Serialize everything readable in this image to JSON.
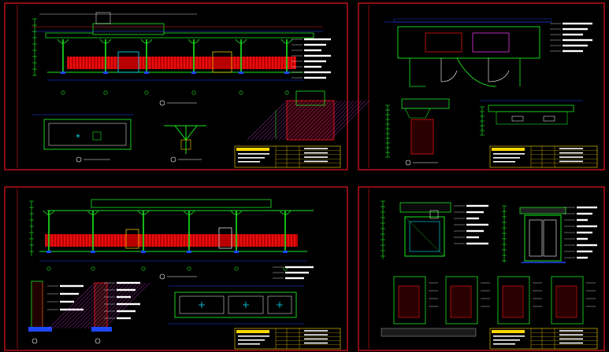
{
  "document": {
    "kind": "CAD drawing sheet",
    "sheet_count": 4,
    "colors": {
      "background": "#000000",
      "frame": "#e8141e",
      "structure": "#19e61e",
      "dimension": "#1e46ff",
      "hatch_red": "#ff1414",
      "hatch_yellow": "#ffd700",
      "text": "#ffffff",
      "accent_cyan": "#00e5ff",
      "accent_magenta": "#ff40ff"
    }
  },
  "sheets": [
    {
      "id": "top-left",
      "views": [
        "front-elevation",
        "plan-detail",
        "bracket-detail",
        "column-section"
      ]
    },
    {
      "id": "top-right",
      "views": [
        "gate-plan",
        "side-section",
        "end-elevation"
      ]
    },
    {
      "id": "bottom-left",
      "views": [
        "rear-elevation",
        "wall-section-a",
        "wall-section-b",
        "roof-plan"
      ]
    },
    {
      "id": "bottom-right",
      "views": [
        "gatehouse-section",
        "door-elevation",
        "window-details"
      ]
    }
  ]
}
